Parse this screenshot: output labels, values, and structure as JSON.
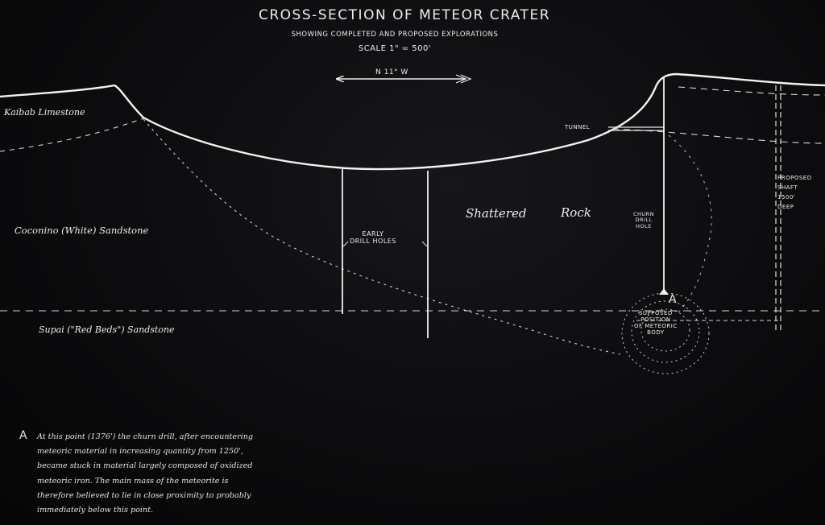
{
  "title": "CROSS-SECTION OF METEOR CRATER",
  "subtitle": "SHOWING COMPLETED AND PROPOSED EXPLORATIONS",
  "scale": "SCALE 1\" = 500'",
  "direction": "N 11° W",
  "strata": {
    "kaibab": "Kaibab Limestone",
    "coconino": "Coconino (White) Sandstone",
    "supai": "Supai (\"Red Beds\") Sandstone"
  },
  "labels": {
    "shattered": "Shattered",
    "rock": "Rock",
    "tunnel": "TUNNEL",
    "early_drill_holes": [
      "EARLY",
      "DRILL HOLES"
    ],
    "churn_drill_hole": [
      "CHURN",
      "DRILL",
      "HOLE"
    ],
    "point_a": "A",
    "supposed_position": [
      "SUPPOSED",
      "POSITION",
      "OF METEORIC",
      "BODY"
    ],
    "proposed_shaft": [
      "PROPOSED",
      "SHAFT",
      "1500'",
      "DEEP"
    ]
  },
  "note": {
    "mark": "A",
    "lines": [
      "At this point (1376') the churn drill, after encountering",
      "meteoric material in increasing quantity from 1250',",
      "became stuck in material largely composed of oxidized",
      "meteoric iron. The main mass of the meteorite is",
      "therefore believed to lie in close proximity to probably",
      "immediately below this point."
    ]
  },
  "colors": {
    "background": "#0b0b0d",
    "chalk": "#ececec"
  }
}
